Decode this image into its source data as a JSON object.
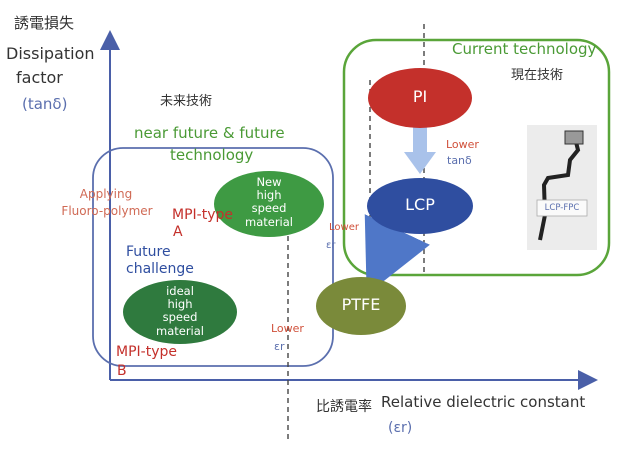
{
  "y_axis": {
    "cn_label": "誘電損失",
    "label_line1": "Dissipation",
    "label_line2": "factor",
    "symbol": "(tanδ)"
  },
  "x_axis": {
    "cn_label": "比誘電率",
    "label": "Relative dielectric constant",
    "symbol": "(εr)"
  },
  "current_box": {
    "title": "Current technology",
    "cn_title": "現在技術"
  },
  "future_box": {
    "cn_title": "未来技術",
    "title_line1": "near future & future",
    "title_line2": "technology"
  },
  "bubbles": {
    "pi": "PI",
    "lcp": "LCP",
    "ptfe": "PTFE",
    "new_material": [
      "New",
      "high",
      "speed",
      "material"
    ],
    "ideal_material": [
      "ideal",
      "high",
      "speed",
      "material"
    ]
  },
  "labels": {
    "lower_tan_1": "Lower",
    "lower_tan_2": "tanδ",
    "lower_er_top_1": "Lower",
    "lower_er_top_2": "εr",
    "lower_er_bottom_1": "Lower",
    "lower_er_bottom_2": "εr",
    "applying_1": "Applying",
    "applying_2": "Fluoro-polymer",
    "mpi_a_1": "MPI-type",
    "mpi_a_2": "A",
    "future_challenge_1": "Future",
    "future_challenge_2": "challenge",
    "mpi_b_1": "MPI-type",
    "mpi_b_2": "B",
    "lcp_fpc": "LCP-FPC"
  },
  "colors": {
    "axis": "#4a5fa8",
    "green_box": "#5aa53a",
    "blue_box": "#5b6fae",
    "pi": "#c4302b",
    "lcp": "#2f4ea0",
    "ptfe": "#7a8a3a",
    "new_green": "#3e9a43",
    "ideal_green": "#2f7a3e",
    "arrow": "#6b8ed0"
  }
}
